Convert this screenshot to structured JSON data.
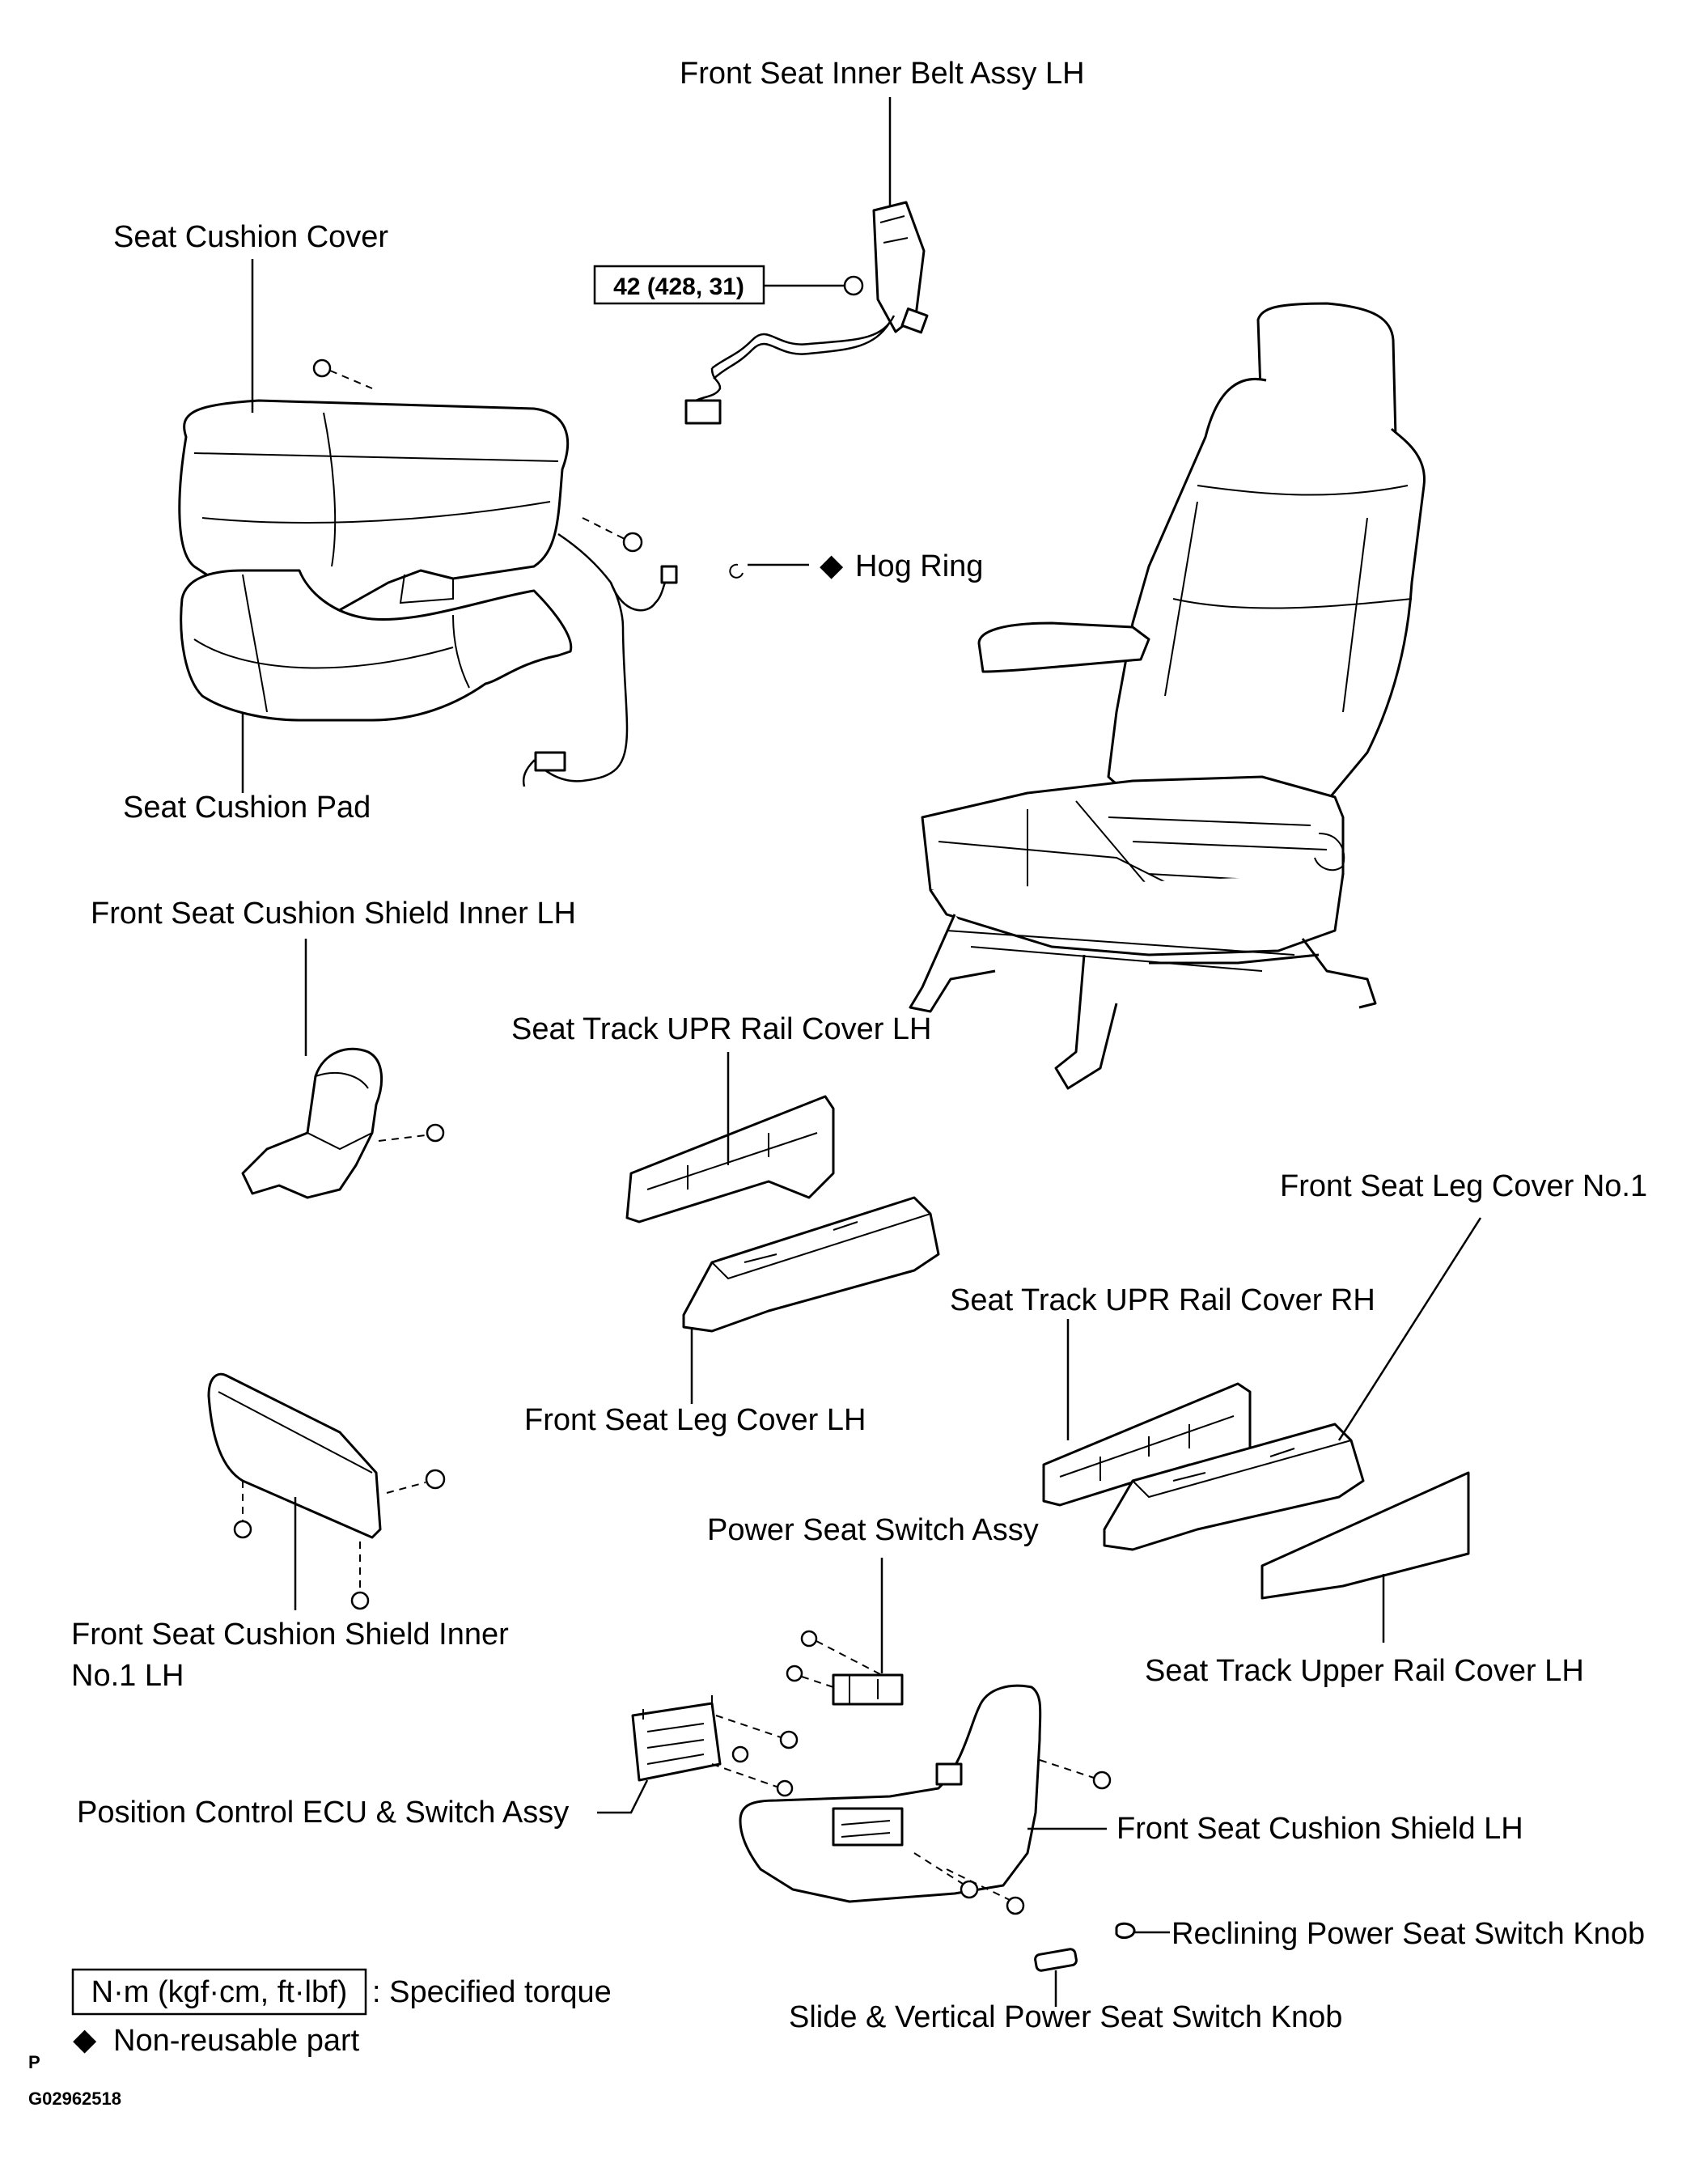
{
  "diagram": {
    "labels": {
      "inner_belt": "Front Seat Inner Belt Assy LH",
      "cushion_cover": "Seat Cushion Cover",
      "torque_value": "42 (428, 31)",
      "hog_ring": "Hog Ring",
      "cushion_pad": "Seat Cushion Pad",
      "shield_inner": "Front Seat Cushion Shield Inner LH",
      "upr_rail_lh": "Seat Track UPR Rail Cover LH",
      "leg_cover_no1": "Front Seat Leg Cover No.1",
      "upr_rail_rh": "Seat Track UPR Rail Cover RH",
      "leg_cover_lh": "Front Seat Leg Cover LH",
      "shield_inner_no1_line1": "Front Seat Cushion Shield Inner",
      "shield_inner_no1_line2": "No.1 LH",
      "power_switch": "Power Seat Switch Assy",
      "upper_rail_lh": "Seat Track Upper Rail Cover LH",
      "ecu_switch": "Position Control ECU & Switch Assy",
      "shield_lh": "Front Seat Cushion Shield LH",
      "reclining_knob": "Reclining Power Seat Switch Knob",
      "slide_knob": "Slide & Vertical Power Seat Switch Knob"
    },
    "legend": {
      "torque_unit": "N·m (kgf·cm, ft·lbf)",
      "torque_desc": ": Specified torque",
      "nonreusable_desc": "Non-reusable part",
      "nonreusable_symbol": "◆"
    },
    "footer": {
      "page_marker": "P",
      "figure_code": "G02962518"
    }
  }
}
